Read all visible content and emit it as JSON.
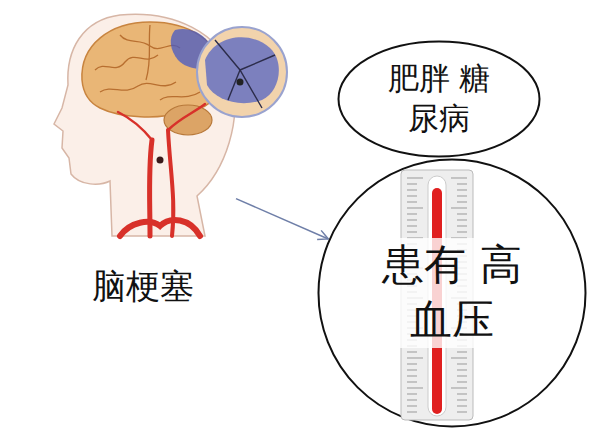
{
  "diagram": {
    "nodes": [
      {
        "text": [
          "脑梗塞"
        ]
      },
      {
        "text": [
          "肥胖 糖尿病"
        ]
      },
      {
        "text": [
          "患有 高血压"
        ]
      }
    ],
    "edges": [
      {
        "from": 0,
        "to": 2,
        "arrow": "to"
      }
    ]
  }
}
